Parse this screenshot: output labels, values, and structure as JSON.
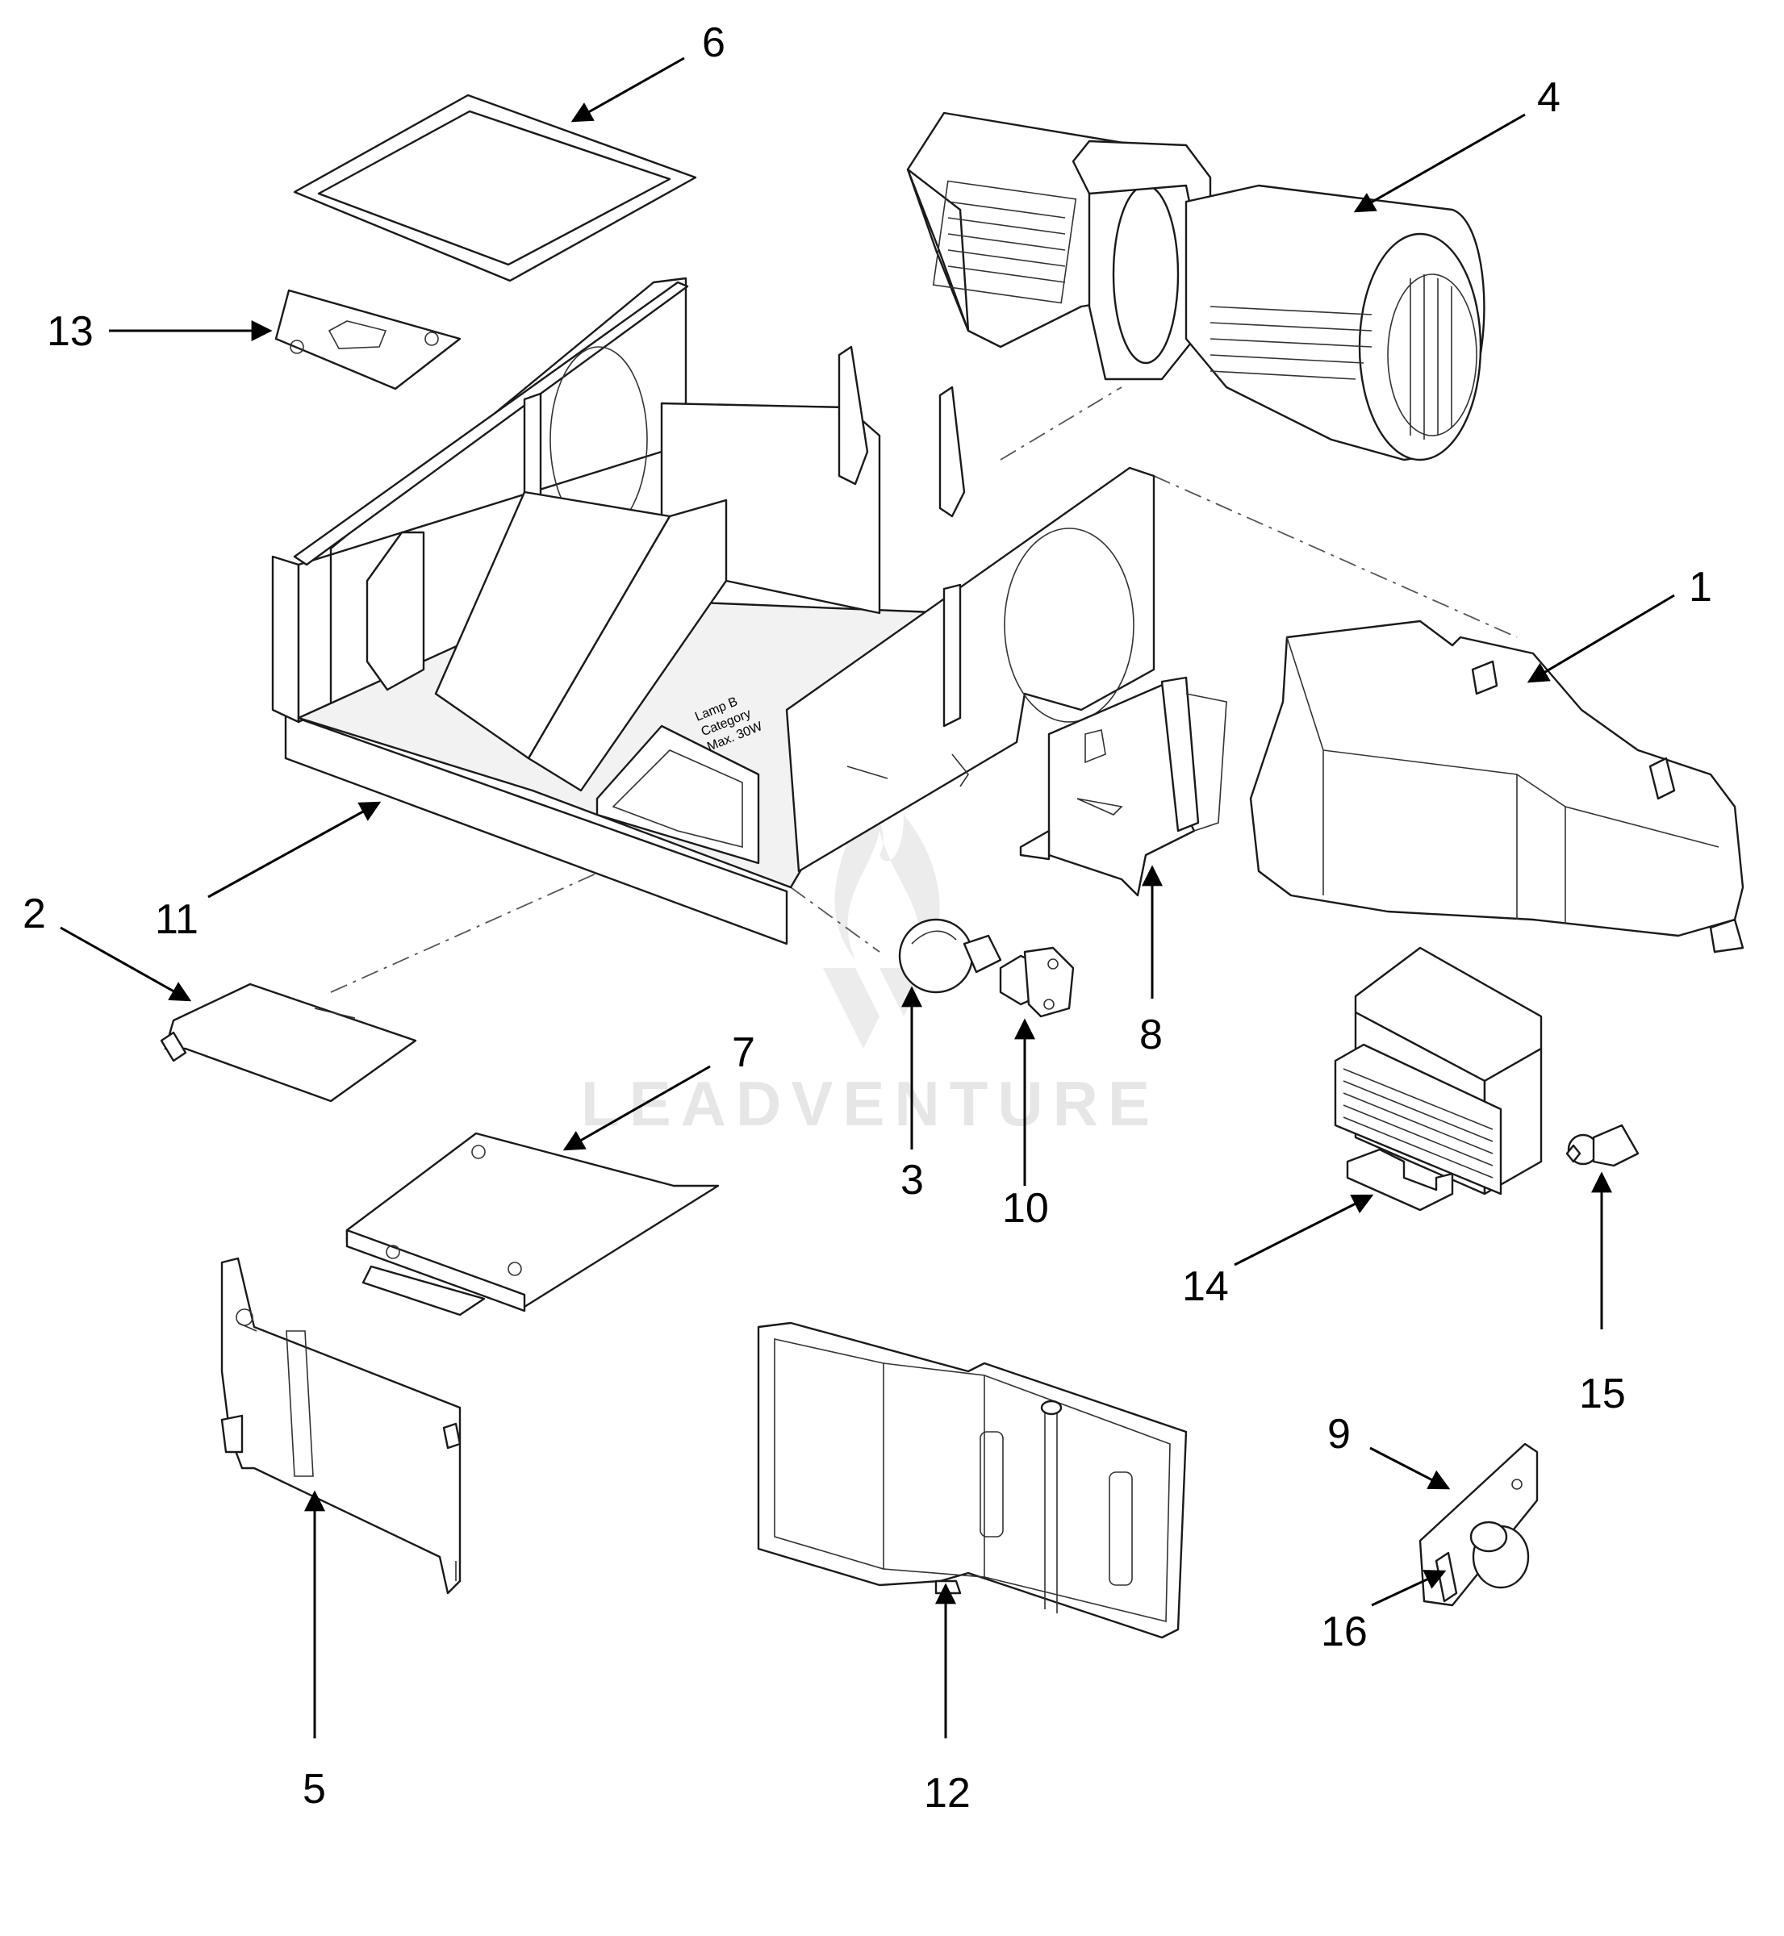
{
  "watermark": {
    "text": "LEADVENTURE"
  },
  "label_plate": {
    "lines": [
      "Lamp B",
      "Category",
      "Max. 30W"
    ]
  },
  "colors": {
    "line": "#1a1a1a",
    "fill": "#ffffff",
    "watermark": "#e6e6e6"
  },
  "callouts": [
    {
      "id": "1",
      "text": "1"
    },
    {
      "id": "2",
      "text": "2"
    },
    {
      "id": "3",
      "text": "3"
    },
    {
      "id": "4",
      "text": "4"
    },
    {
      "id": "5",
      "text": "5"
    },
    {
      "id": "6",
      "text": "6"
    },
    {
      "id": "7",
      "text": "7"
    },
    {
      "id": "8",
      "text": "8"
    },
    {
      "id": "9",
      "text": "9"
    },
    {
      "id": "10",
      "text": "10"
    },
    {
      "id": "11",
      "text": "11"
    },
    {
      "id": "12",
      "text": "12"
    },
    {
      "id": "13",
      "text": "13"
    },
    {
      "id": "14",
      "text": "14"
    },
    {
      "id": "15",
      "text": "15"
    },
    {
      "id": "16",
      "text": "16"
    }
  ]
}
